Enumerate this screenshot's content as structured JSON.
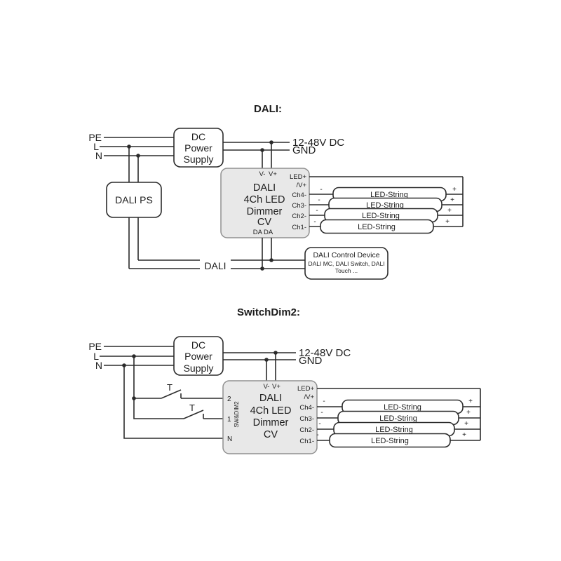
{
  "titles": {
    "top": "DALI:",
    "bottom": "SwitchDim2:"
  },
  "mains": {
    "pe": "PE",
    "l": "L",
    "n": "N"
  },
  "supply": {
    "l1": "DC",
    "l2": "Power",
    "l3": "Supply"
  },
  "output": {
    "voltage": "12-48V DC",
    "gnd": "GND"
  },
  "dali_ps": {
    "label": "DALI PS"
  },
  "dimmer": {
    "l1": "DALI",
    "l2": "4Ch LED",
    "l3": "Dimmer",
    "l4": "CV",
    "v_minus": "V-",
    "v_plus": "V+",
    "led_plus": "LED+",
    "v_plus_out": "/V+",
    "ch4": "Ch4-",
    "ch3": "Ch3-",
    "ch2": "Ch2-",
    "ch1": "Ch1-",
    "da": "DA DA",
    "sw_label": "SW&DIM2",
    "term2": "2",
    "term1": "1",
    "termn": "N"
  },
  "strings": {
    "label": "LED-String",
    "minus": "-",
    "plus": "+"
  },
  "bus": {
    "label": "DALI"
  },
  "control": {
    "l1": "DALI Control Device",
    "l2": "DALI MC, DALI Switch, DALI",
    "l3": "Touch ..."
  },
  "switch": {
    "t": "T"
  },
  "colors": {
    "wire": "#2b2b2b",
    "box_fill": "#ffffff",
    "dimmer_fill": "#e8e8e8",
    "dimmer_border": "#909090",
    "text": "#1c1c1c",
    "background": "#ffffff"
  }
}
